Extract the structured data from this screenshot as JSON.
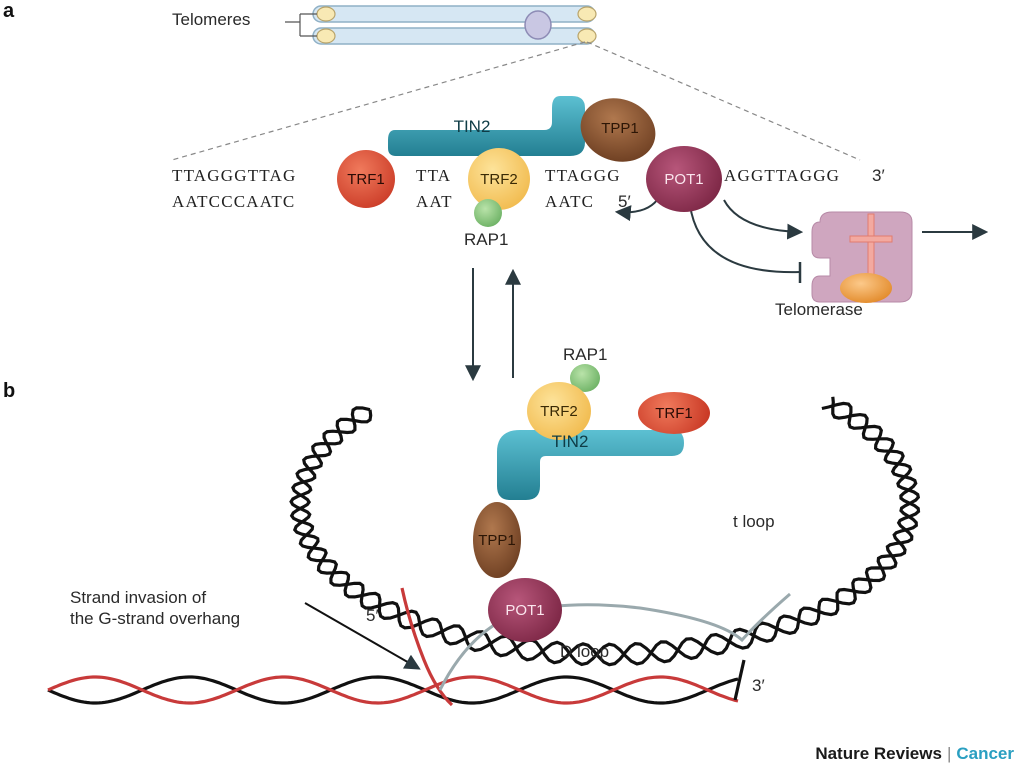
{
  "panels": {
    "a": "a",
    "b": "b"
  },
  "labels": {
    "telomeres": "Telomeres",
    "telomerase": "Telomerase",
    "rap1_a": "RAP1",
    "rap1_b": "RAP1",
    "t_loop": "t loop",
    "d_loop": "D loop",
    "strand_invasion_line1": "Strand invasion of",
    "strand_invasion_line2": "the G-strand overhang",
    "five_prime_a": "5′",
    "three_prime_a": "3′",
    "five_prime_b": "5′",
    "three_prime_b": "3′"
  },
  "sequences": {
    "top_1": "TTAGGGTTAG",
    "top_2": "TTA",
    "top_3": "TTAGGG",
    "top_4": "AGGTTAGGG",
    "bottom_1": "AATCCCAATC",
    "bottom_2": "AAT",
    "bottom_3": "AATC"
  },
  "proteins": {
    "trf1": "TRF1",
    "trf2": "TRF2",
    "pot1": "POT1",
    "tpp1": "TPP1",
    "tin2": "TIN2"
  },
  "credit": {
    "journal": "Nature Reviews",
    "separator": "|",
    "section": "Cancer"
  },
  "colors": {
    "trf1": "#d9432c",
    "trf2": "#f5c453",
    "pot1": "#8b2a4a",
    "tpp1": "#8a5532",
    "tin2": "#2f9fb3",
    "rap1": "#7fc27a",
    "telomerase": "#c9a0b4",
    "telomerase_core": "#f1a24a",
    "chromosome": "#cfe2f0",
    "g_strand": "#d23a3a",
    "d_loop_strand": "#9aa9ad"
  }
}
